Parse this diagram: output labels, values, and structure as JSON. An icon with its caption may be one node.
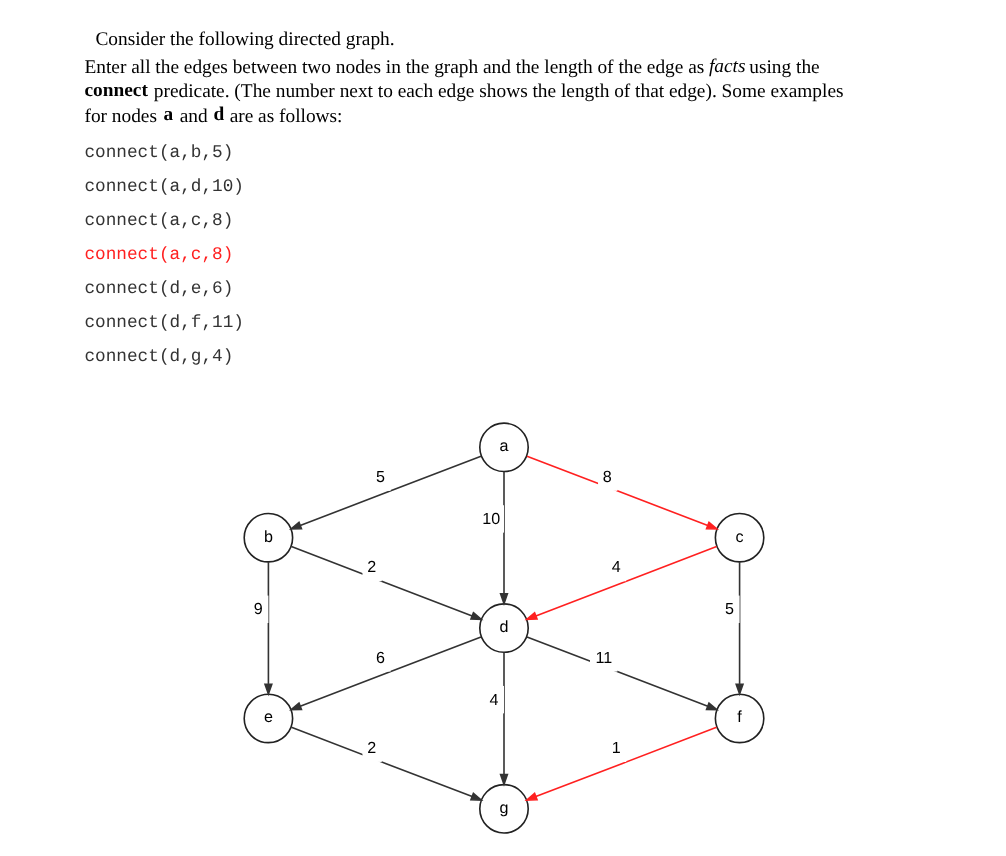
{
  "diagram": {
    "title": "Consider the following directed graph.",
    "nodes": [
      {
        "text": [
          "a"
        ]
      },
      {
        "text": [
          "b"
        ]
      },
      {
        "text": [
          "c"
        ]
      },
      {
        "text": [
          "d"
        ]
      },
      {
        "text": [
          "e"
        ]
      },
      {
        "text": [
          "f"
        ]
      },
      {
        "text": [
          "g"
        ]
      }
    ],
    "edges": [
      {
        "from": 0,
        "to": 1,
        "arrow": "to",
        "label": "5"
      },
      {
        "from": 0,
        "to": 3,
        "arrow": "to",
        "label": "10"
      },
      {
        "from": 0,
        "to": 2,
        "arrow": "to",
        "label": "8",
        "color": "#ff2020"
      },
      {
        "from": 1,
        "to": 3,
        "arrow": "to",
        "label": "2"
      },
      {
        "from": 1,
        "to": 4,
        "arrow": "to",
        "label": "9"
      },
      {
        "from": 2,
        "to": 3,
        "arrow": "to",
        "label": "4",
        "color": "#ff2020"
      },
      {
        "from": 2,
        "to": 5,
        "arrow": "to",
        "label": "5"
      },
      {
        "from": 3,
        "to": 4,
        "arrow": "to",
        "label": "6"
      },
      {
        "from": 3,
        "to": 5,
        "arrow": "to",
        "label": "11"
      },
      {
        "from": 3,
        "to": 6,
        "arrow": "to",
        "label": "4"
      },
      {
        "from": 4,
        "to": 6,
        "arrow": "to",
        "label": "2"
      },
      {
        "from": 5,
        "to": 6,
        "arrow": "to",
        "label": "1",
        "color": "#ff2020"
      }
    ],
    "labels": [
      "Enter all the edges between two nodes in the graph and the length of the edge as *facts* using the **connect** predicate. (The number next to each edge shows the length of that edge). Some examples for nodes **a** and **d** are as follows:",
      "connect(a,b,5)",
      "connect(a,d,10)",
      "connect(a,c,8)",
      "connect(a,c,8)",
      "connect(d,e,6)",
      "connect(d,f,11)",
      "connect(d,g,4)"
    ]
  }
}
